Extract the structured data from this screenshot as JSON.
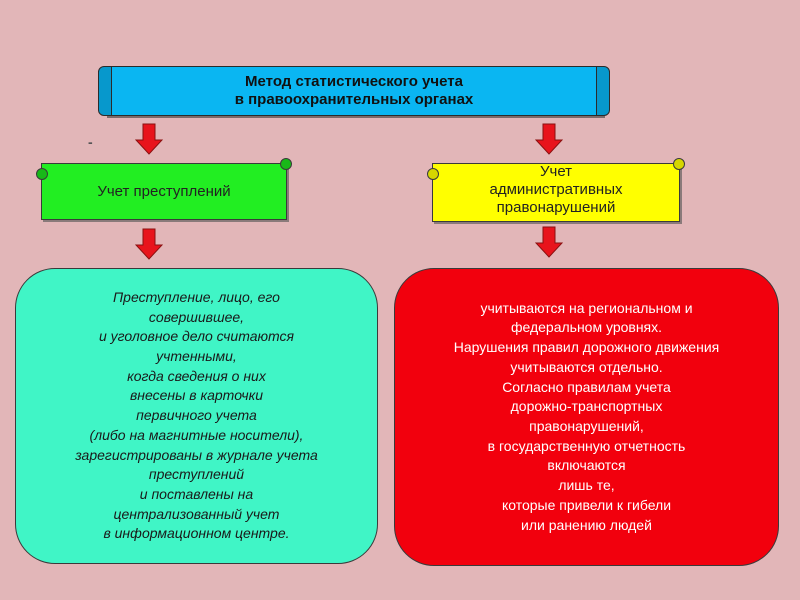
{
  "title": {
    "line1": "Метод статистического учета",
    "line2": "в правоохранительных органах"
  },
  "left_branch": {
    "scroll_label": "Учет преступлений",
    "description": "Преступление, лицо, его\nсовершившее,\nи уголовное дело считаются\nучтенными,\nкогда сведения о них\nвнесены в карточки\nпервичного учета\n(либо на магнитные носители),\nзарегистрированы в журнале учета\nпреступлений\nи поставлены на\nцентрализованный учет\nв информационном центре."
  },
  "right_branch": {
    "scroll_label": "Учет\nадминистративных\nправонарушений",
    "description": "учитываются на региональном и\nфедеральном уровнях.\nНарушения правил дорожного движения\nучитываются отдельно.\nСогласно правилам учета\nдорожно-транспортных\nправонарушений,\nв государственную отчетность\nвключаются\nлишь те,\nкоторые привели к гибели\nили ранению людей"
  },
  "stray_mark": "-",
  "colors": {
    "background": "#e2b6b8",
    "title_banner": "#0ab6f2",
    "left_scroll": "#22ee22",
    "right_scroll": "#ffff00",
    "left_box": "#40f5c6",
    "right_box": "#f2000d",
    "arrow": "#e8141c"
  },
  "icons": [
    "arrow-down-icon"
  ]
}
